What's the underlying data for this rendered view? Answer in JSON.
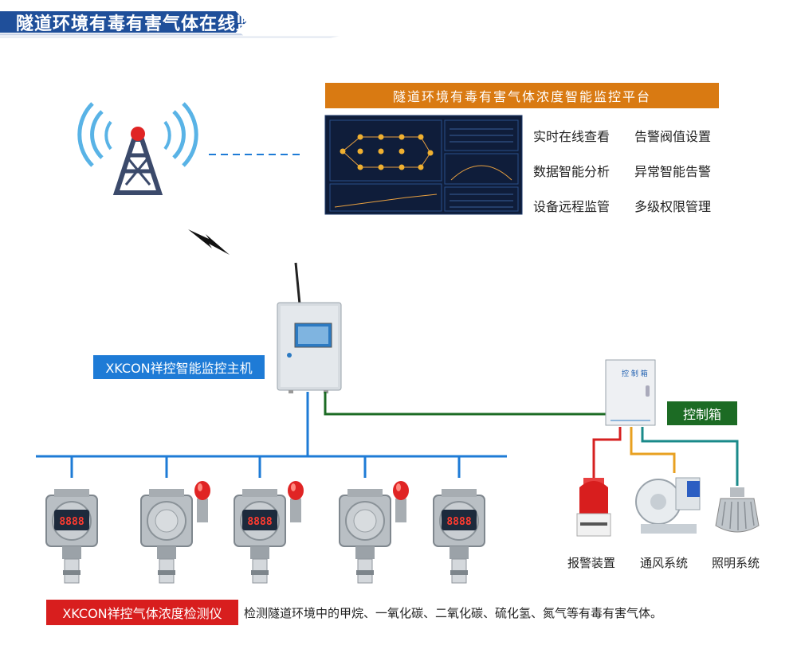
{
  "title": "隧道环境有毒有害气体在线监测系统应用结构图",
  "platform": {
    "title": "隧道环境有毒有害气体浓度智能监控平台",
    "features": [
      "实时在线查看",
      "告警阀值设置",
      "数据智能分析",
      "异常智能告警",
      "设备远程监管",
      "多级权限管理"
    ]
  },
  "host": {
    "label": "XKCON祥控智能监控主机"
  },
  "control_box": {
    "label": "控制箱",
    "panel_text": "控 制 箱"
  },
  "outputs": [
    {
      "name": "报警装置",
      "wire_color": "#d62020"
    },
    {
      "name": "通风系统",
      "wire_color": "#e8a020"
    },
    {
      "name": "照明系统",
      "wire_color": "#1a8a8a"
    }
  ],
  "detectors": {
    "label": "XKCON祥控气体浓度检测仪",
    "description": "检测隧道环境中的甲烷、一氧化碳、二氧化碳、硫化氢、氮气等有毒有害气体。",
    "display": "8888"
  },
  "colors": {
    "title_bg": "#1f4f9a",
    "bus": "#1e7bd6",
    "green_line": "#1c6b24",
    "platform_bg": "#0f1d3a"
  },
  "icons": [
    "signal-tower-icon",
    "lightning-icon"
  ]
}
